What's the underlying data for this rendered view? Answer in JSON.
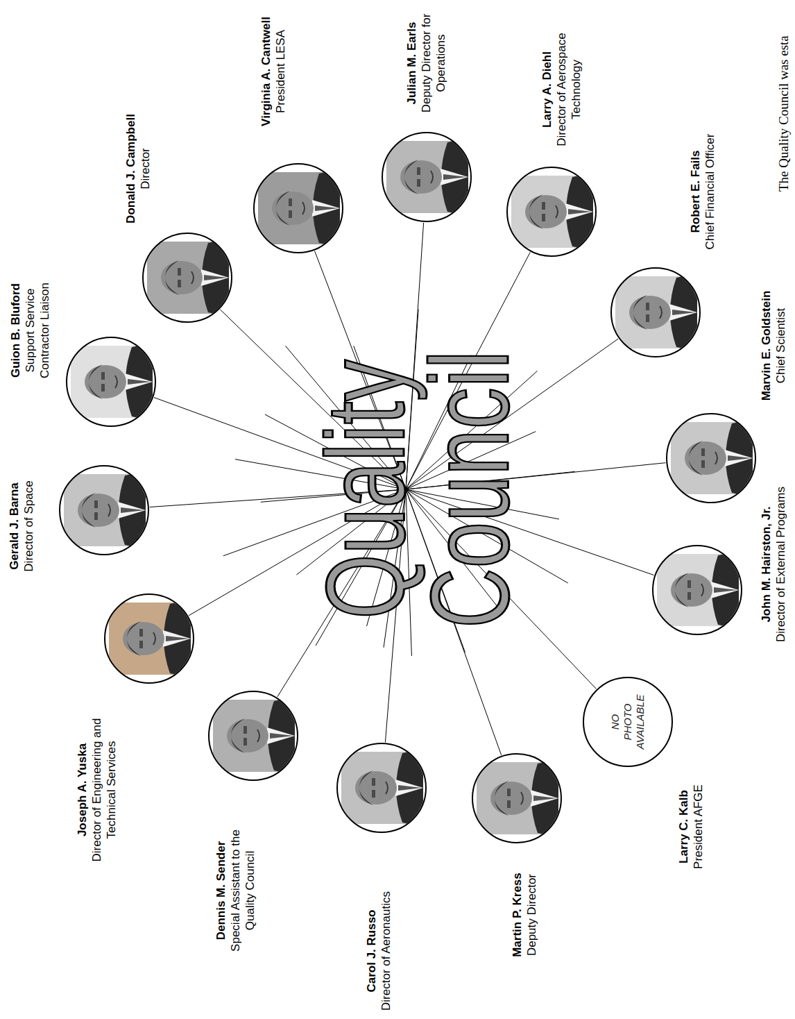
{
  "diagram": {
    "title": "Quality Council",
    "nodes": [
      {
        "text": [
          "Gerald J. Barna",
          "Director of Space"
        ]
      },
      {
        "text": [
          "Guion B. Bluford",
          "Support Service Contractor Liaison"
        ]
      },
      {
        "text": [
          "Donald J. Campbell",
          "Director"
        ]
      },
      {
        "text": [
          "Virginia A. Cantwell",
          "President LESA"
        ]
      },
      {
        "text": [
          "Julian M. Earls",
          "Deputy Director for Operations"
        ]
      },
      {
        "text": [
          "Larry A. Diehl",
          "Director of Aerospace Technology"
        ]
      },
      {
        "text": [
          "Robert E. Fails",
          "Chief Financial Officer"
        ]
      },
      {
        "text": [
          "Marvin E. Goldstein",
          "Chief Scientist"
        ]
      },
      {
        "text": [
          "John M. Hairston, Jr.",
          "Director of External Programs"
        ]
      },
      {
        "text": [
          "Larry C. Kalb",
          "President AFGE",
          "NO PHOTO AVAILABLE"
        ]
      },
      {
        "text": [
          "Martin P. Kress",
          "Deputy Director"
        ]
      },
      {
        "text": [
          "Carol J. Russo",
          "Director of Aeronautics"
        ]
      },
      {
        "text": [
          "Dennis M. Sender",
          "Special Assistant to the Quality Council"
        ]
      },
      {
        "text": [
          "Joseph A. Yuska",
          "Director of Engineering and Technical Services"
        ]
      }
    ],
    "labels": [
      "The Quality Council was esta"
    ]
  }
}
